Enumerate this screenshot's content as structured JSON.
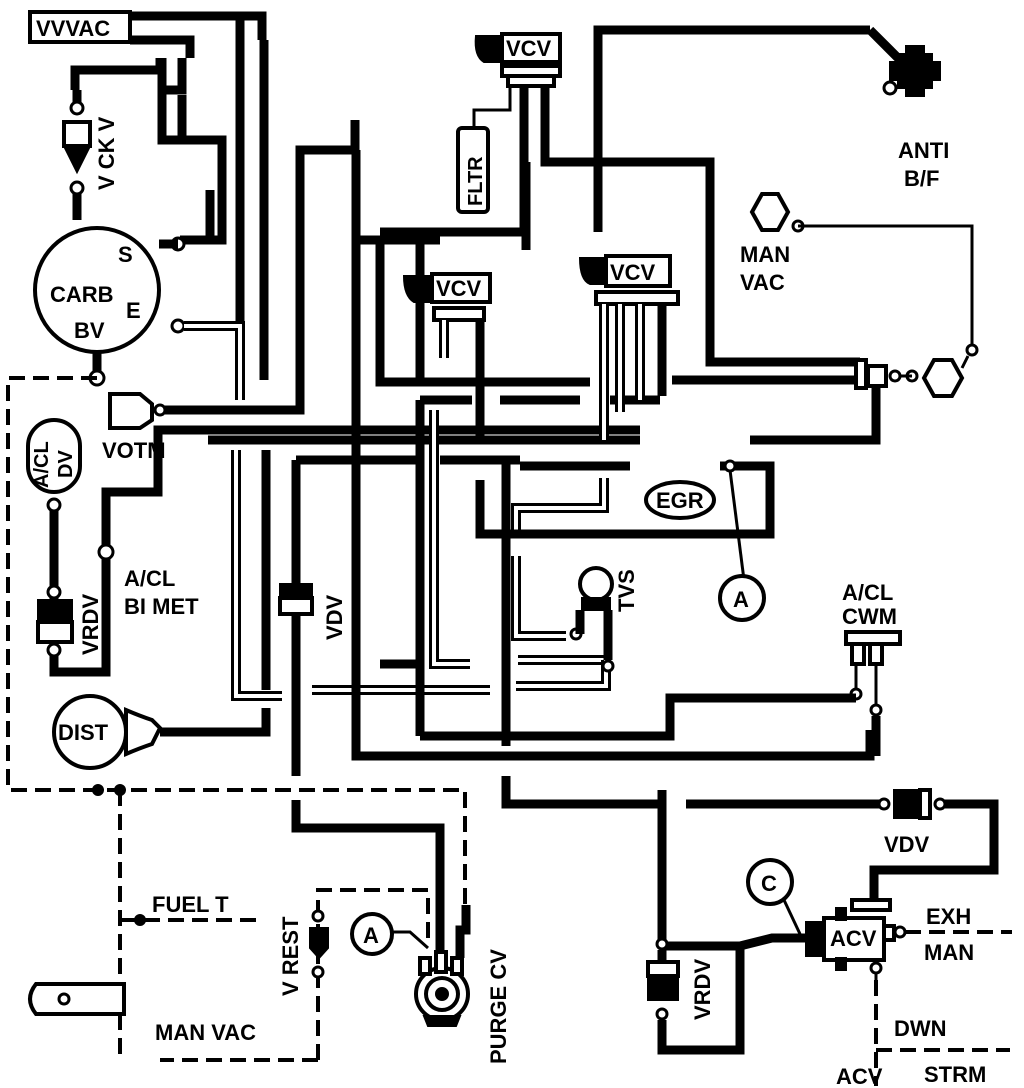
{
  "labels": {
    "vvvac": "VVVAC",
    "vckv": "V CK V",
    "carb": "CARB",
    "carb_s": "S",
    "carb_e": "E",
    "carb_bv": "BV",
    "votm": "VOTM",
    "acl_dv": "A/CL DV",
    "vrdv_left": "VRDV",
    "acl_bimet_1": "A/CL",
    "acl_bimet_2": "BI MET",
    "dist": "DIST",
    "vdv_center": "VDV",
    "fltr": "FLTR",
    "vcv_top": "VCV",
    "vcv_mid_left": "VCV",
    "vcv_mid_right": "VCV",
    "anti_1": "ANTI",
    "anti_2": "B/F",
    "man_vac_top_1": "MAN",
    "man_vac_top_2": "VAC",
    "egr": "EGR",
    "tvs": "TVS",
    "marker_a_right": "A",
    "acl_cwm_1": "A/CL",
    "acl_cwm_2": "CWM",
    "vdv_right": "VDV",
    "marker_c": "C",
    "acv_mid": "ACV",
    "exh_1": "EXH",
    "exh_2": "MAN",
    "vrdv_right": "VRDV",
    "dwn": "DWN",
    "acv_bottom": "ACV",
    "strm": "STRM",
    "fuel_t": "FUEL  T",
    "v_rest": "V REST",
    "marker_a_bottom": "A",
    "purge_cv": "PURGE  CV",
    "man_vac_bottom": "MAN VAC"
  }
}
